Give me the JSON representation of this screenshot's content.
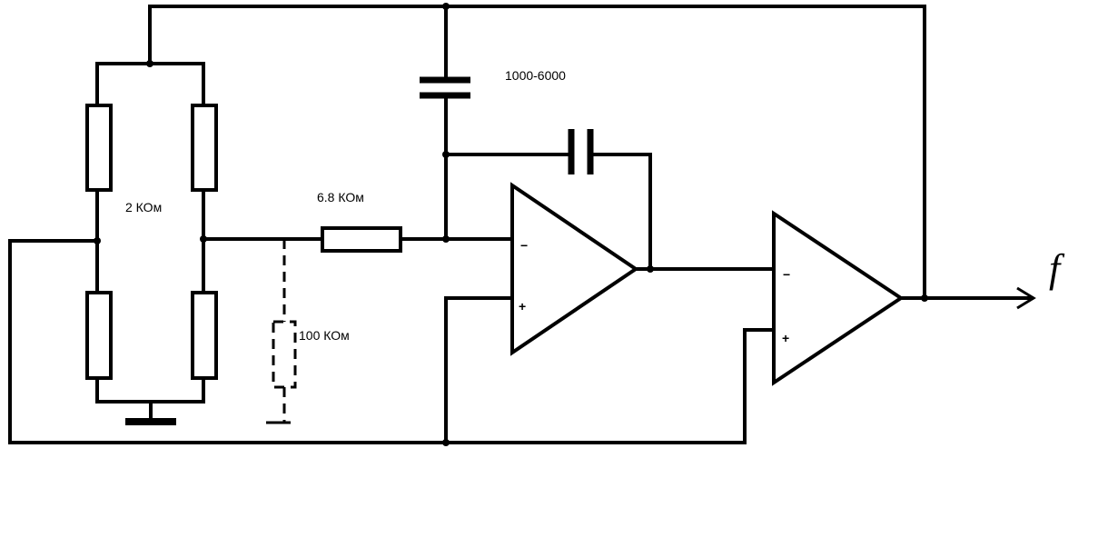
{
  "labels": {
    "bridge_resistance": "2 КОм",
    "series_resistor": "6.8 КОм",
    "capacitance": "1000-6000",
    "optional_resistor": "100 КОм",
    "output": "f"
  },
  "opamps": [
    {
      "inverting": "−",
      "noninverting": "+"
    },
    {
      "inverting": "−",
      "noninverting": "+"
    }
  ]
}
